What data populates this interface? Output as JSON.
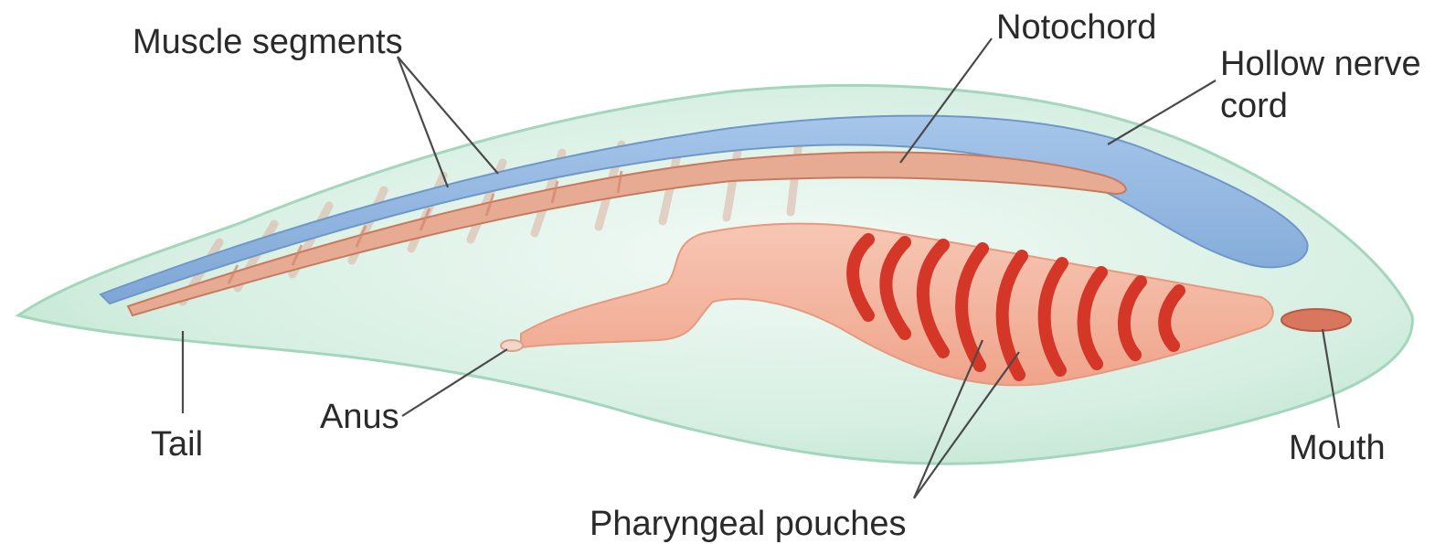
{
  "labels": {
    "muscle_segments": "Muscle segments",
    "notochord": "Notochord",
    "hollow_nerve_cord_line1": "Hollow nerve",
    "hollow_nerve_cord_line2": "cord",
    "tail": "Tail",
    "anus": "Anus",
    "pharyngeal_pouches": "Pharyngeal pouches",
    "mouth": "Mouth"
  },
  "colors": {
    "body_fill": "#c9ead9",
    "body_outline": "#a7d8bf",
    "nerve_cord": "#8fb4dd",
    "notochord": "#d9957a",
    "gut": "#f3b9a3",
    "pharyngeal_stripes": "#d63a2a",
    "mouth": "#d9765e",
    "muscle_segments": "#d9a08c"
  }
}
